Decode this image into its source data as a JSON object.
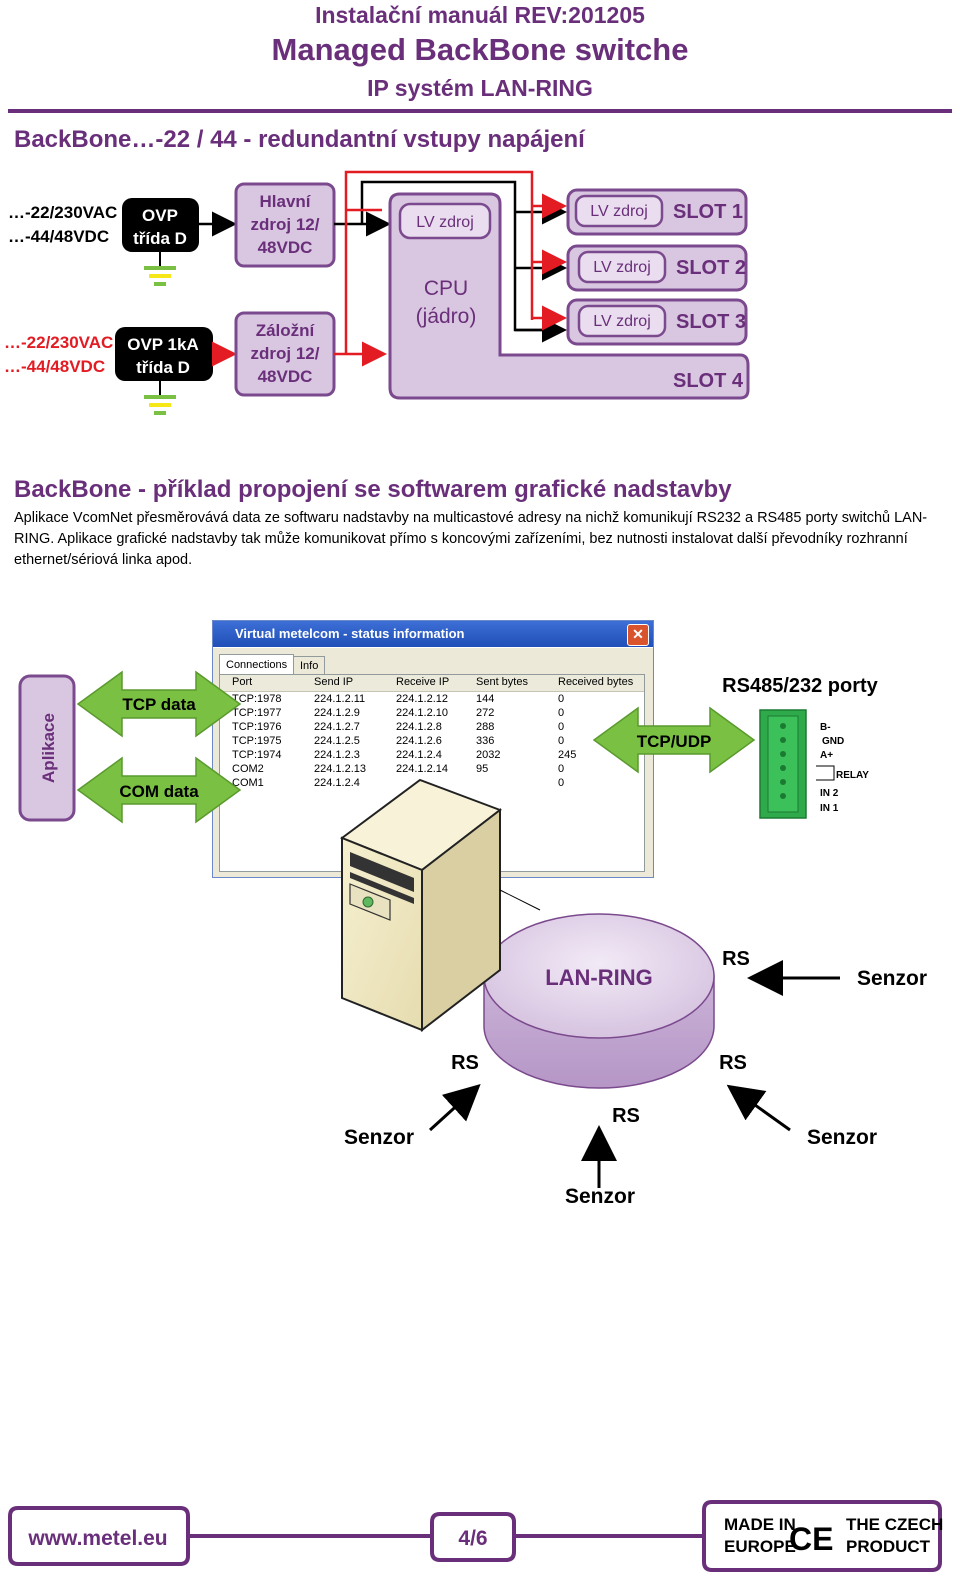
{
  "header": {
    "line1": "Instalační manuál REV:201205",
    "line2": "Managed BackBone switche",
    "line3": "IP systém LAN-RING"
  },
  "section1": {
    "title": "BackBone…-22 / 44 - redundantní vstupy napájení",
    "input_main_1": "…-22/230VAC",
    "input_main_2": "…-44/48VDC",
    "input_backup_1": "…-22/230VAC",
    "input_backup_2": "…-44/48VDC",
    "ovp1_line1": "OVP",
    "ovp1_line2": "třída D",
    "ovp2_line1": "OVP 1kA",
    "ovp2_line2": "třída D",
    "main_psu_1": "Hlavní",
    "main_psu_2": "zdroj 12/",
    "main_psu_3": "48VDC",
    "backup_psu_1": "Záložní",
    "backup_psu_2": "zdroj 12/",
    "backup_psu_3": "48VDC",
    "cpu_lv": "LV zdroj",
    "cpu_1": "CPU",
    "cpu_2": "(jádro)",
    "slots": [
      {
        "lv": "LV zdroj",
        "label": "SLOT 1"
      },
      {
        "lv": "LV zdroj",
        "label": "SLOT 2"
      },
      {
        "lv": "LV zdroj",
        "label": "SLOT 3"
      },
      {
        "lv": "",
        "label": "SLOT 4"
      }
    ]
  },
  "section2": {
    "title": "BackBone - příklad propojení se softwarem grafické nadstavby",
    "paragraph": "Aplikace VcomNet přesměrovává data ze softwaru nadstavby na multicastové adresy na nichž komunikují RS232 a RS485 porty switchů LAN-RING. Aplikace grafické nadstavby tak může komunikovat přímo s koncovými zařízeními, bez nutnosti instalovat další převodníky rozhranní ethernet/sériová linka apod."
  },
  "diagram": {
    "app_label": "Aplikace",
    "tcp_data": "TCP data",
    "com_data": "COM data",
    "tcp_udp": "TCP/UDP",
    "ports_title": "RS485/232 porty",
    "connector_labels": [
      "B-",
      "GND",
      "A+",
      "RELAY",
      "IN 2",
      "IN 1"
    ],
    "ring_label": "LAN-RING",
    "rs_label": "RS",
    "sensor_label": "Senzor"
  },
  "window": {
    "title": "Virtual metelcom - status information",
    "tabs": [
      "Connections",
      "Info"
    ],
    "columns": [
      "Port",
      "Send IP",
      "Receive IP",
      "Sent bytes",
      "Received bytes"
    ],
    "rows": [
      [
        "TCP:1978",
        "224.1.2.11",
        "224.1.2.12",
        "144",
        "0"
      ],
      [
        "TCP:1977",
        "224.1.2.9",
        "224.1.2.10",
        "272",
        "0"
      ],
      [
        "TCP:1976",
        "224.1.2.7",
        "224.1.2.8",
        "288",
        "0"
      ],
      [
        "TCP:1975",
        "224.1.2.5",
        "224.1.2.6",
        "336",
        "0"
      ],
      [
        "TCP:1974",
        "224.1.2.3",
        "224.1.2.4",
        "2032",
        "245"
      ],
      [
        "COM2",
        "224.1.2.13",
        "224.1.2.14",
        "95",
        "0"
      ],
      [
        "COM1",
        "224.1.2.4",
        "",
        "",
        "0"
      ]
    ]
  },
  "footer": {
    "website": "www.metel.eu",
    "page": "4/6",
    "badge_1": "MADE IN",
    "badge_2": "EUROPE",
    "badge_ce": "CE",
    "badge_3": "THE CZECH",
    "badge_4": "PRODUCT"
  },
  "colors": {
    "brand_purple": "#6a2f7a",
    "box_fill": "#d9c6e0",
    "box_stroke": "#7b4a8e",
    "arrow_red": "#e31b23",
    "arrow_green": "#7ac143",
    "ground_yellow": "#f6e719"
  }
}
